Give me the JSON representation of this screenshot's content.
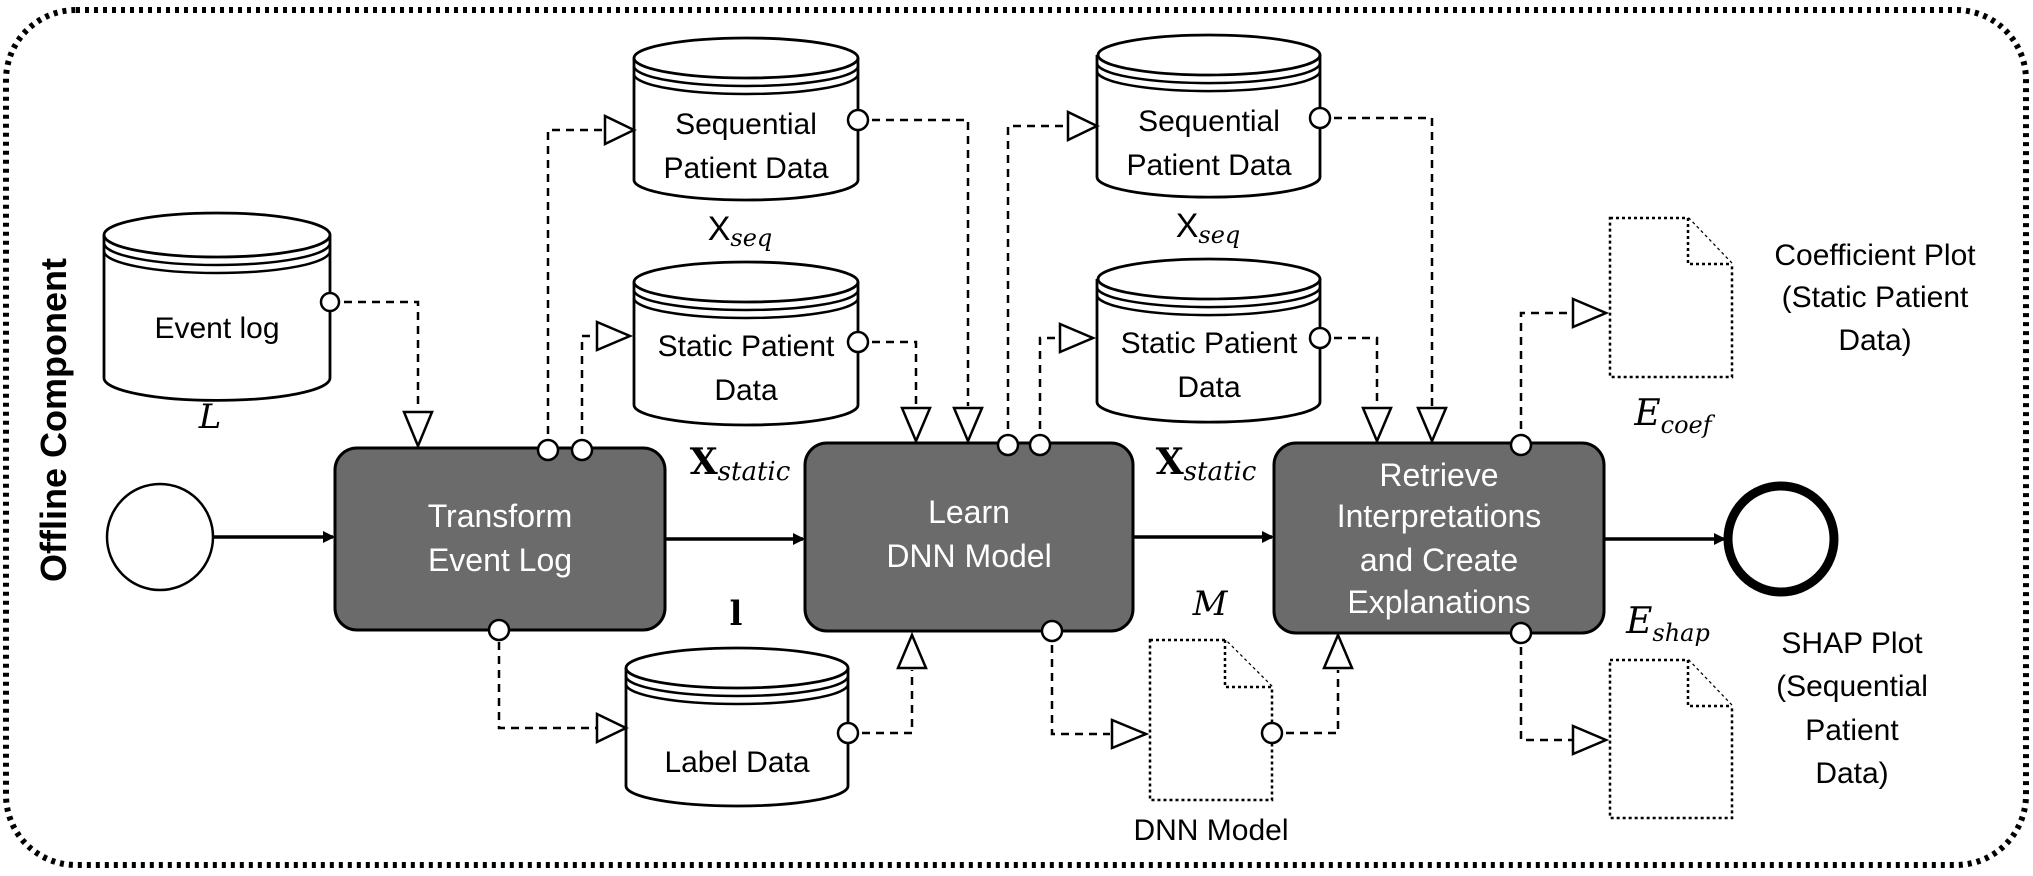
{
  "component_label": "Offline Component",
  "data_stores": {
    "event_log": {
      "label": "Event log",
      "symbol": "L"
    },
    "seq_1": {
      "line1": "Sequential",
      "line2": "Patient Data",
      "symbol_main": "X",
      "symbol_sub": "seq"
    },
    "static_1": {
      "line1": "Static Patient",
      "line2": "Data",
      "symbol_main": "X",
      "symbol_sub": "static"
    },
    "label_data": {
      "label": "Label Data",
      "symbol": "l"
    },
    "seq_2": {
      "line1": "Sequential",
      "line2": "Patient Data",
      "symbol_main": "X",
      "symbol_sub": "seq"
    },
    "static_2": {
      "line1": "Static Patient",
      "line2": "Data",
      "symbol_main": "X",
      "symbol_sub": "static"
    }
  },
  "tasks": {
    "transform": {
      "line1": "Transform",
      "line2": "Event Log"
    },
    "learn": {
      "line1": "Learn",
      "line2": "DNN Model"
    },
    "retrieve": {
      "line1": "Retrieve",
      "line2": "Interpretations",
      "line3": "and Create",
      "line4": "Explanations"
    }
  },
  "documents": {
    "dnn_model": {
      "label": "DNN Model",
      "symbol": "M"
    },
    "coef_plot": {
      "line1": "Coefficient Plot",
      "line2": "(Static Patient",
      "line3": "Data)",
      "symbol_main": "E",
      "symbol_sub": "coef"
    },
    "shap_plot": {
      "line1": "SHAP Plot",
      "line2": "(Sequential",
      "line3": "Patient",
      "line4": "Data)",
      "symbol_main": "E",
      "symbol_sub": "shap"
    }
  }
}
